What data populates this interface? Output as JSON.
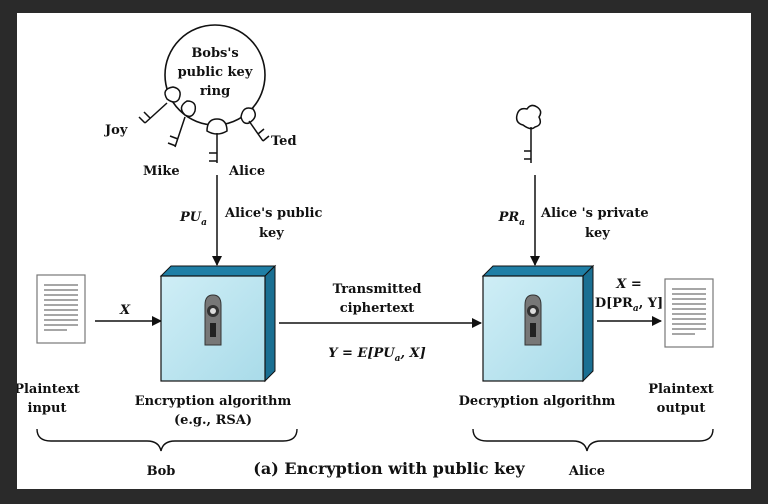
{
  "diagram": {
    "caption": "(a) Encryption with public key",
    "ring": {
      "line1": "Bobs's",
      "line2": "public key",
      "line3": "ring"
    },
    "key_owners": {
      "joy": "Joy",
      "mike": "Mike",
      "alice": "Alice",
      "ted": "Ted"
    },
    "public_key": {
      "symbol": "PU",
      "subscript": "a",
      "desc_line1": "Alice's public",
      "desc_line2": "key"
    },
    "private_key": {
      "symbol": "PR",
      "subscript": "a",
      "desc_line1": "Alice 's private",
      "desc_line2": "key"
    },
    "plaintext_input": {
      "line1": "Plaintext",
      "line2": "input"
    },
    "plaintext_output": {
      "line1": "Plaintext",
      "line2": "output"
    },
    "input_var": "X",
    "encryption": {
      "line1": "Encryption algorithm",
      "line2": "(e.g., RSA)"
    },
    "decryption": {
      "line1": "Decryption algorithm"
    },
    "transmitted": {
      "line1": "Transmitted",
      "line2": "ciphertext"
    },
    "cipher_eq": {
      "pre": "Y = E[PU",
      "sub": "a",
      "post": ", X]"
    },
    "output_eq": {
      "line1": "X =",
      "pre": "D[PR",
      "sub": "a",
      "post": ", Y]"
    },
    "bob": "Bob",
    "alice": "Alice"
  }
}
